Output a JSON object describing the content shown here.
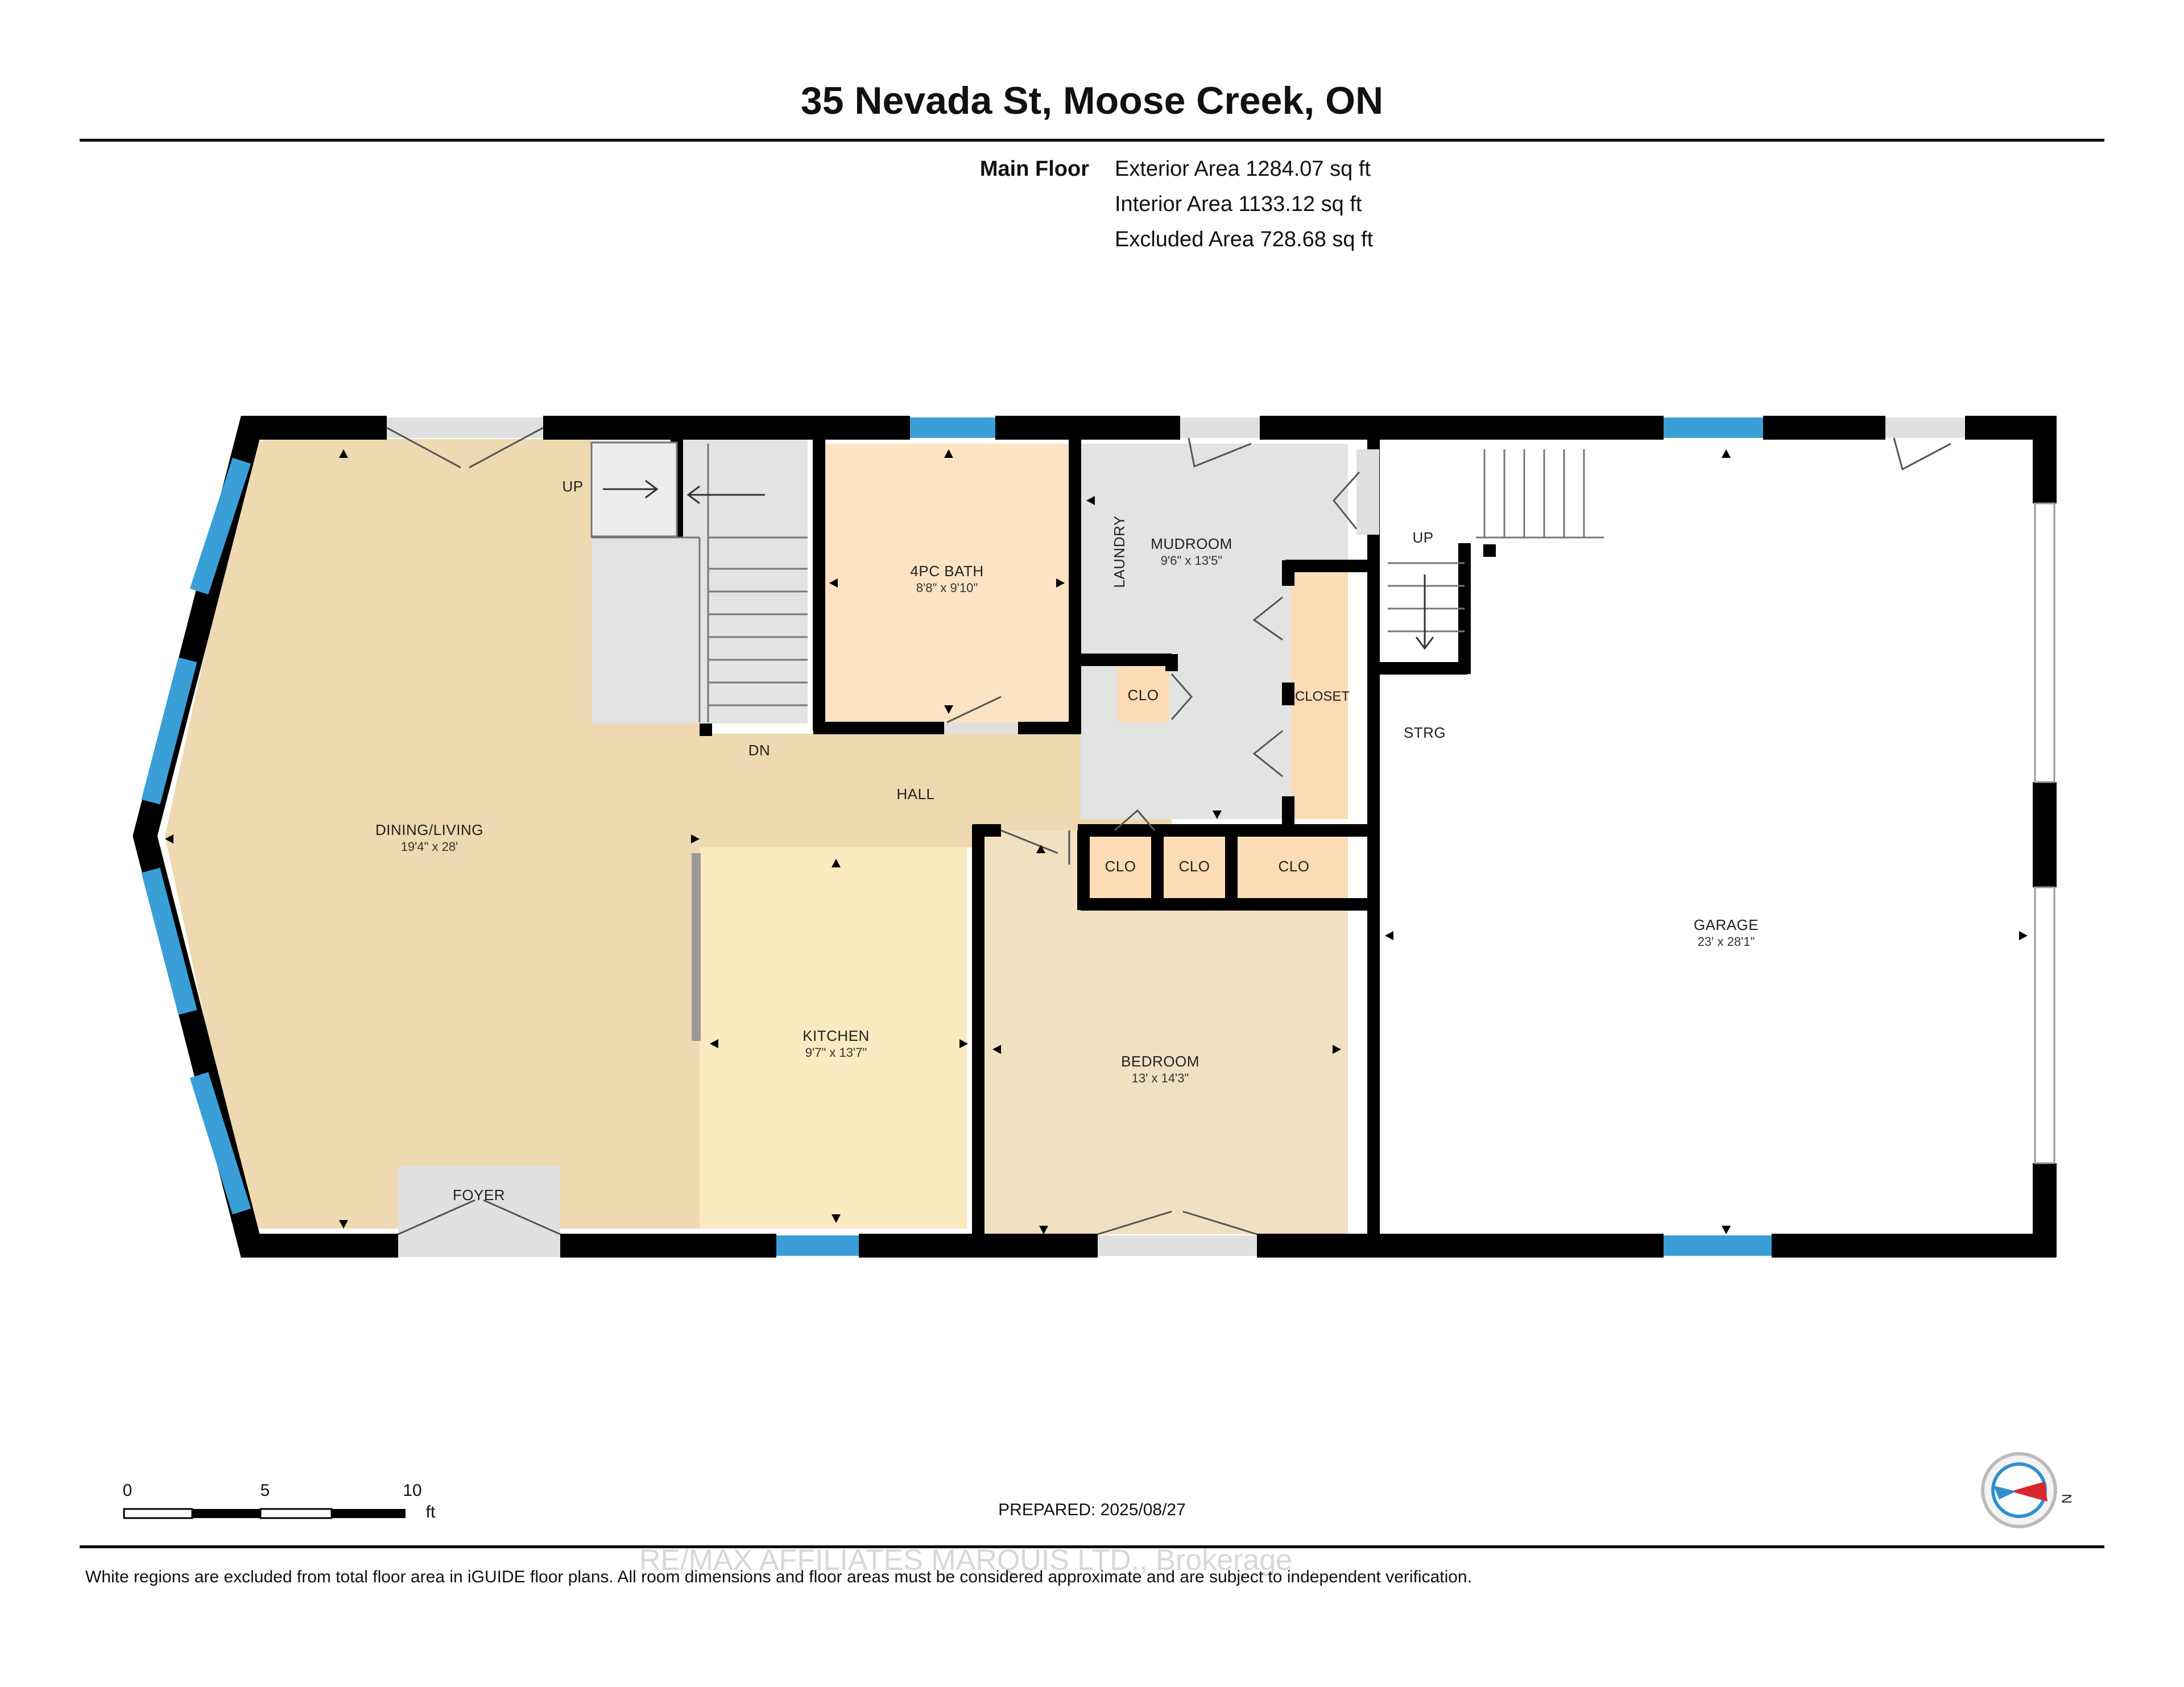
{
  "title": "35 Nevada St, Moose Creek, ON",
  "floor": {
    "label": "Main Floor",
    "areas": [
      "Exterior Area 1284.07 sq ft",
      "Interior Area 1133.12 sq ft",
      "Excluded Area 728.68 sq ft"
    ]
  },
  "rooms": {
    "dining_living": {
      "name": "DINING/LIVING",
      "dim": "19'4\" x 28'"
    },
    "bath": {
      "name": "4PC BATH",
      "dim": "8'8\" x 9'10\""
    },
    "mudroom": {
      "name": "MUDROOM",
      "dim": "9'6\" x 13'5\""
    },
    "laundry": {
      "name": "LAUNDRY"
    },
    "kitchen": {
      "name": "KITCHEN",
      "dim": "9'7\" x 13'7\""
    },
    "bedroom": {
      "name": "BEDROOM",
      "dim": "13' x 14'3\""
    },
    "garage": {
      "name": "GARAGE",
      "dim": "23' x 28'1\""
    },
    "hall": {
      "name": "HALL"
    },
    "foyer": {
      "name": "FOYER"
    },
    "strg": {
      "name": "STRG"
    },
    "closet": {
      "name": "CLOSET"
    },
    "clo1": {
      "name": "CLO"
    },
    "clo2": {
      "name": "CLO"
    },
    "clo3": {
      "name": "CLO"
    },
    "clo4": {
      "name": "CLO"
    }
  },
  "stairs": {
    "up_left": "UP",
    "down": "DN",
    "up_garage": "UP"
  },
  "scale_bar": {
    "ticks": [
      "0",
      "5",
      "10"
    ],
    "unit": "ft"
  },
  "prepared": "PREPARED: 2025/08/27",
  "compass": {
    "letter": "N"
  },
  "watermark": "RE/MAX AFFILIATES MARQUIS LTD., Brokerage",
  "footer": "White regions are excluded from total floor area in iGUIDE floor plans. All room dimensions and floor areas must be considered approximate and are subject to independent verification.",
  "colors": {
    "wall": "#000000",
    "window": "#3a9fd6",
    "living": "#eed9b0",
    "bath": "#fbe3c3",
    "kitchen": "#fbeac0",
    "bedroom": "#f1e0c2",
    "hall": "#eed9b0",
    "closet": "#fbdcb4",
    "mudroom": "#e3e3e3",
    "door": "#dcdcdc"
  }
}
